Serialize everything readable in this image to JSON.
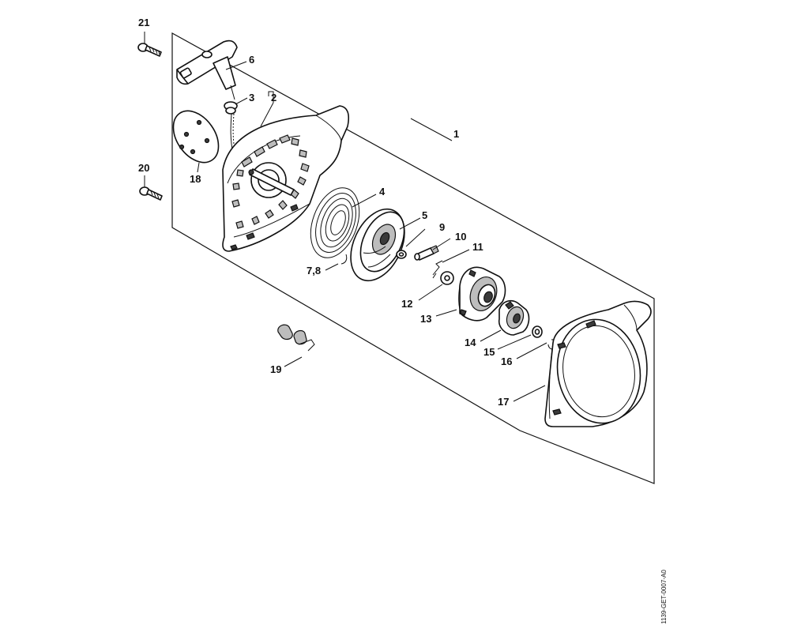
{
  "diagram": {
    "reference_code": "1139-GET-0007-A0",
    "callouts": {
      "c1": "1",
      "c2": "2",
      "c3": "3",
      "c4": "4",
      "c5": "5",
      "c6": "6",
      "c78": "7,8",
      "c9": "9",
      "c10": "10",
      "c11": "11",
      "c12": "12",
      "c13": "13",
      "c14": "14",
      "c15": "15",
      "c16": "16",
      "c17": "17",
      "c18": "18",
      "c19": "19",
      "c20": "20",
      "c21": "21"
    },
    "parts": [
      "screw-21",
      "screw-20",
      "starter-grip-6",
      "rope-3",
      "bracket-2",
      "disc-18",
      "fan-housing-1",
      "rewind-spring-4",
      "rope-rotor-5",
      "cartridge-7-8",
      "washer-9",
      "pin-10",
      "spring-clip-11",
      "washer-12",
      "pawl-carrier-13",
      "pawl-14",
      "washer-15",
      "circlip-16",
      "cover-17",
      "clips-19"
    ]
  }
}
